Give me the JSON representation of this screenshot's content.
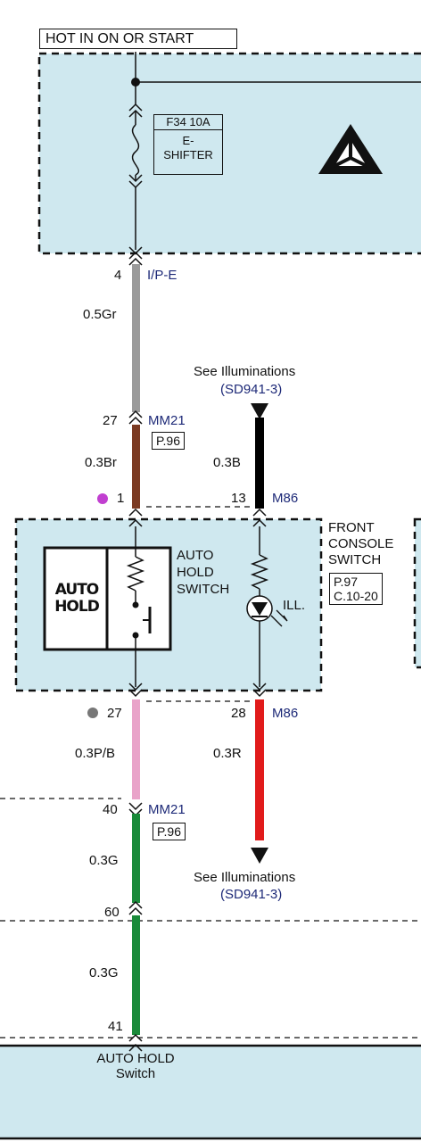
{
  "header": {
    "power_label": "HOT IN ON OR START"
  },
  "fuse": {
    "name": "F34 10A",
    "desc_line1": "E-",
    "desc_line2": "SHIFTER",
    "logo": "triangular-brand-logo-icon"
  },
  "wires": {
    "w1": {
      "pin": "4",
      "connector": "I/P-E",
      "spec": "0.5Gr",
      "color": "#9a9a9a"
    },
    "w2": {
      "pin": "27",
      "connector": "MM21",
      "page": "P.96",
      "spec": "0.3Br",
      "color": "#7b3a22"
    },
    "w3": {
      "pin": "13",
      "connector": "M86",
      "spec": "0.3B",
      "color": "#000000"
    },
    "w4": {
      "pin": "27",
      "spec": "0.3P/B",
      "color": "#e9a3c9"
    },
    "w5": {
      "pin": "28",
      "connector": "M86",
      "spec": "0.3R",
      "color": "#e11b1b"
    },
    "w6": {
      "pin": "40",
      "connector": "MM21",
      "page": "P.96",
      "spec": "0.3G",
      "color": "#1a8a3a"
    },
    "w7": {
      "pin": "60",
      "spec": "0.3G",
      "color": "#1a8a3a"
    },
    "w8": {
      "pin": "41"
    }
  },
  "switch_pin_top": "1",
  "illum_top": {
    "line1": "See Illuminations",
    "line2": "(SD941-3)"
  },
  "illum_bottom": {
    "line1": "See Illuminations",
    "line2": "(SD941-3)"
  },
  "console": {
    "name_line1": "FRONT",
    "name_line2": "CONSOLE",
    "name_line3": "SWITCH",
    "ref_line1": "P.97",
    "ref_line2": "C.10-20"
  },
  "auto_hold": {
    "button_line1": "AUTO",
    "button_line2": "HOLD",
    "switch_line1": "AUTO",
    "switch_line2": "HOLD",
    "switch_line3": "SWITCH",
    "ill_label": "ILL."
  },
  "bottom_module": {
    "line1": "AUTO HOLD",
    "line2": "Switch"
  },
  "colors": {
    "box_fill": "#cfe8ef",
    "pin_dot_magenta": "#c13fd0",
    "pin_dot_gray": "#777777"
  }
}
